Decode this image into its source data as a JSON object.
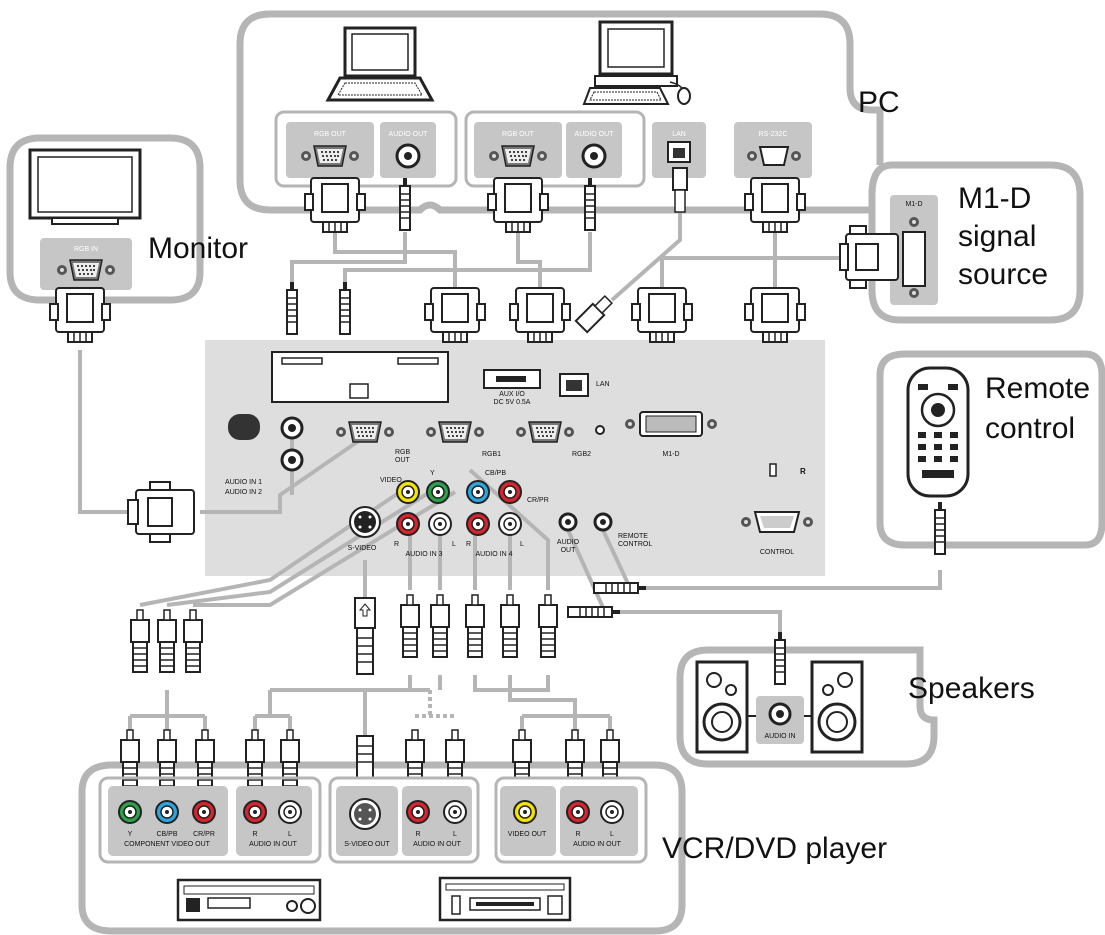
{
  "groups": {
    "pc": "PC",
    "monitor": "Monitor",
    "m1d_source": [
      "M1-D",
      "signal",
      "source"
    ],
    "remote": [
      "Remote",
      "control"
    ],
    "speakers": "Speakers",
    "vcr": "VCR/DVD player"
  },
  "pc_ports": {
    "rgb_out_1": "RGB OUT",
    "audio_out_1": "AUDIO OUT",
    "rgb_out_2": "RGB OUT",
    "audio_out_2": "AUDIO OUT",
    "lan": "LAN",
    "rs232c": "RS-232C"
  },
  "monitor_port": "RGB IN",
  "m1d_port": "M1-D",
  "projector": {
    "aux_io": "AUX I/O",
    "aux_power": "DC 5V 0.5A",
    "lan": "LAN",
    "audio_in_1": "AUDIO IN 1",
    "audio_in_2": "AUDIO IN 2",
    "rgb_out": [
      "RGB",
      "OUT"
    ],
    "rgb1": "RGB1",
    "rgb2": "RGB2",
    "m1d": "M1-D",
    "video": "VIDEO",
    "y": "Y",
    "cb_pb": "CB/PB",
    "cr_pr": "CR/PR",
    "r": "R",
    "l": "L",
    "audio_in3": "AUDIO IN 3",
    "audio_in4": "AUDIO IN 4",
    "s_video": "S-VIDEO",
    "audio_out": [
      "AUDIO",
      "OUT"
    ],
    "remote_control": [
      "REMOTE",
      "CONTROL"
    ],
    "control": "CONTROL"
  },
  "speakers_port": "AUDIO IN",
  "vcr_ports": {
    "y": "Y",
    "cb_pb": "CB/PB",
    "cr_pr": "CR/PR",
    "component_video_out": "COMPONENT VIDEO OUT",
    "r": "R",
    "l": "L",
    "audio_in_out": "AUDIO IN OUT",
    "s_video_out": "S-VIDEO OUT",
    "video_out": "VIDEO OUT"
  },
  "colors": {
    "frame": "#b5b5b5",
    "panel": "#dedede",
    "port_box": "#c6c6c6",
    "yellow": "#f5e400",
    "green": "#2aa348",
    "blue": "#2ba6de",
    "red": "#d9232d",
    "white": "#ffffff"
  }
}
